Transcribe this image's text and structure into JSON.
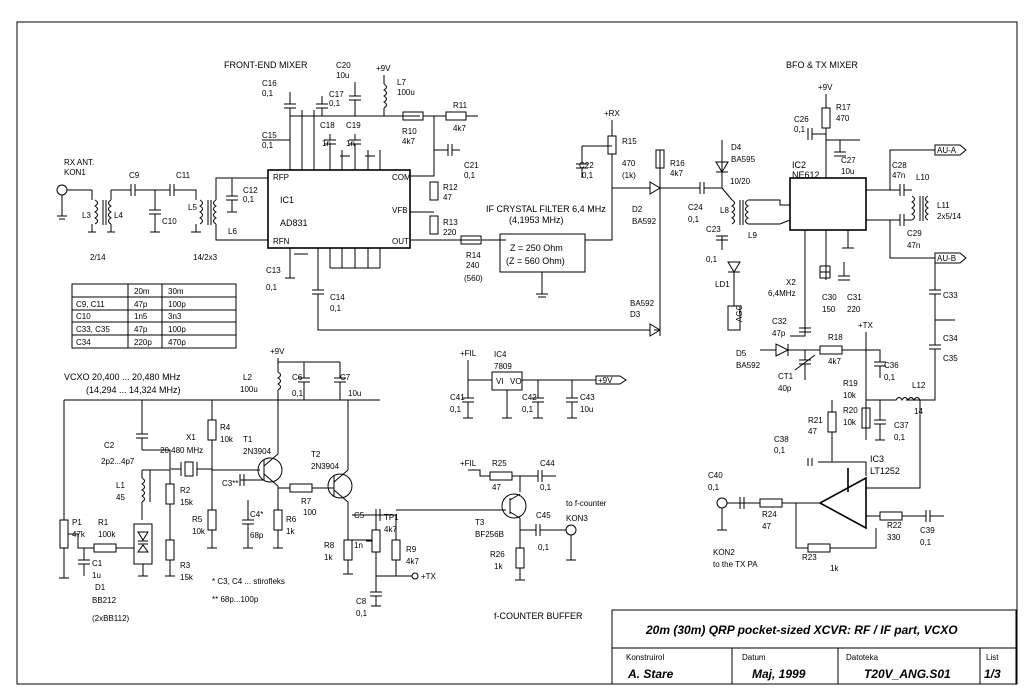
{
  "sections": {
    "front_end": "FRONT-END MIXER",
    "bfo": "BFO & TX MIXER",
    "fcounter": "f-COUNTER BUFFER"
  },
  "inputs": {
    "rx_ant": "RX ANT.",
    "kon1": "KON1",
    "l3l4_note": "2/14",
    "l5l6_note": "14/2x3"
  },
  "ic1": {
    "name": "IC1",
    "part": "AD831",
    "rfp": "RFP",
    "rfn": "RFN",
    "com": "COM",
    "vfb": "VFB",
    "out": "OUT"
  },
  "ic2": {
    "name": "IC2",
    "part": "NE612"
  },
  "ic3": {
    "name": "IC3",
    "part": "LT1252"
  },
  "ic4": {
    "name": "IC4",
    "part": "7809",
    "vi": "VI",
    "vo": "VO"
  },
  "filter": {
    "label": "IF CRYSTAL FILTER 6,4 MHz",
    "freq": "(4,1953 MHz)",
    "z1": "Z = 250 Ohm",
    "z2": "(Z = 560 Ohm)"
  },
  "rails": {
    "v9a": "+9V",
    "v9b": "+9V",
    "v9c": "+9V",
    "rx": "+RX",
    "tx1": "+TX",
    "tx2": "+TX",
    "fil1": "+FIL",
    "fil2": "+FIL",
    "out9v": "+9V"
  },
  "parts": {
    "C16": "C16",
    "C16v": "0,1",
    "C20": "C20",
    "C20v": "10u",
    "L7": "L7",
    "L7v": "100u",
    "C17": "C17",
    "C17v": "0,1",
    "C18": "C18",
    "C18v": "1n",
    "C19": "C19",
    "C19v": "1n",
    "C15": "C15",
    "C15v": "0,1",
    "R11": "R11",
    "R11v": "4k7",
    "R10": "R10",
    "R10v": "4k7",
    "C21": "C21",
    "C21v": "0,1",
    "R12": "R12",
    "R12v": "47",
    "R13": "R13",
    "R13v": "220",
    "R14": "R14",
    "R14v": "240",
    "R14v2": "(560)",
    "C13": "C13",
    "C13v": "0,1",
    "C14": "C14",
    "C14v": "0,1",
    "C12": "C12",
    "C12v": "0,1",
    "L3": "L3",
    "L4": "L4",
    "L5": "L5",
    "L6": "L6",
    "C9": "C9",
    "C10": "C10",
    "C11": "C11",
    "R15": "R15",
    "R15v": "470",
    "R15v2": "(1k)",
    "C22": "C22",
    "C22v": "0,1",
    "R16": "R16",
    "R16v": "4k7",
    "D2": "D2",
    "D2v": "BA592",
    "D3": "D3",
    "D3v": "BA592",
    "D4": "D4",
    "D4v": "BA595",
    "C24": "C24",
    "C24v": "0,1",
    "C23": "C23",
    "C23v": "0,1",
    "L8": "L8",
    "L9": "L9",
    "L8note": "10/20",
    "LD1": "LD1",
    "LDtag": "AGC",
    "C26": "C26",
    "C26v": "0,1",
    "R17": "R17",
    "R17v": "470",
    "C27": "C27",
    "C27v": "10u",
    "C28": "C28",
    "C28v": "47n",
    "C29": "C29",
    "C29v": "47n",
    "L10": "L10",
    "L11": "L11",
    "L11note": "2x5/14",
    "AUA": "AU-A",
    "AUB": "AU-B",
    "X2": "X2",
    "X2v": "6,4MHz",
    "C30": "C30",
    "C30v": "150",
    "C31": "C31",
    "C31v": "220",
    "C33": "C33",
    "C34": "C34",
    "C35": "C35",
    "C32": "C32",
    "C32v": "47p",
    "D5": "D5",
    "D5v": "BA592",
    "CT1": "CT1",
    "CT1v": "40p",
    "R18": "R18",
    "R18v": "4k7",
    "C36": "C36",
    "C36v": "0,1",
    "R19": "R19",
    "R19v": "10k",
    "R20": "R20",
    "R20v": "10k",
    "L12": "L12",
    "L12v": "14",
    "C37": "C37",
    "C37v": "0,1",
    "R21": "R21",
    "R21v": "47",
    "C38": "C38",
    "C38v": "0,1",
    "C40": "C40",
    "C40v": "0,1",
    "R24": "R24",
    "R24v": "47",
    "R22": "R22",
    "R22v": "330",
    "C39": "C39",
    "C39v": "0,1",
    "R23": "R23",
    "R23v": "1k",
    "KON2": "KON2",
    "KON2note": "to the TX PA",
    "C41": "C41",
    "C41v": "0,1",
    "C42": "C42",
    "C42v": "0,1",
    "C43": "C43",
    "C43v": "10u",
    "R25": "R25",
    "R25v": "47",
    "C44": "C44",
    "C44v": "0,1",
    "T3": "T3",
    "T3v": "BF256B",
    "C45": "C45",
    "C45v": "0,1",
    "R26": "R26",
    "R26v": "1k",
    "KON3": "KON3",
    "KON3note": "to f-counter",
    "L2": "L2",
    "L2v": "100u",
    "C6": "C6",
    "C6v": "0,1",
    "C7": "C7",
    "C7v": "10u",
    "X1": "X1",
    "X1v": "20,480 MHz",
    "R4": "R4",
    "R4v": "10k",
    "T1": "T1",
    "T1v": "2N3904",
    "T2": "T2",
    "T2v": "2N3904",
    "C2": "C2",
    "C2v": "2p2...4p7",
    "L1": "L1",
    "L1v": "45",
    "R2": "R2",
    "R2v": "15k",
    "C3": "C3**",
    "C4": "C4*",
    "C4v": "68p",
    "R5": "R5",
    "R5v": "10k",
    "R6": "R6",
    "R6v": "1k",
    "R7": "R7",
    "R7v": "100",
    "C5": "C5",
    "C5v": "1n",
    "TP1": "TP1",
    "TP1v": "4k7",
    "R8": "R8",
    "R8v": "1k",
    "R9": "R9",
    "R9v": "4k7",
    "C8": "C8",
    "C8v": "0,1",
    "P1": "P1",
    "P1v": "47k",
    "R1": "R1",
    "R1v": "100k",
    "C1": "C1",
    "C1v": "1u",
    "R3": "R3",
    "R3v": "15k",
    "D1": "D1",
    "D1v": "BB212",
    "D1v2": "(2xBB112)"
  },
  "vcxo": {
    "line1": "VCXO 20,400 ... 20,480 MHz",
    "line2": "(14,294 ... 14,324 MHz)"
  },
  "notes": {
    "n1": "*   C3, C4 ... stirofleks",
    "n2": "**  68p...100p"
  },
  "band_table": {
    "headers": [
      "",
      "20m",
      "30m"
    ],
    "rows": [
      [
        "C9, C11",
        "47p",
        "100p"
      ],
      [
        "C10",
        "1n5",
        "3n3"
      ],
      [
        "C33, C35",
        "47p",
        "100p"
      ],
      [
        "C34",
        "220p",
        "470p"
      ]
    ]
  },
  "title_block": {
    "title": "20m (30m) QRP pocket-sized XCVR: RF / IF part, VCXO",
    "designer_label": "Konstruirol",
    "designer": "A. Stare",
    "date_label": "Datum",
    "date": "Maj, 1999",
    "file_label": "Datoteka",
    "file": "T20V_ANG.S01",
    "sheet_label": "List",
    "sheet": "1/3"
  }
}
